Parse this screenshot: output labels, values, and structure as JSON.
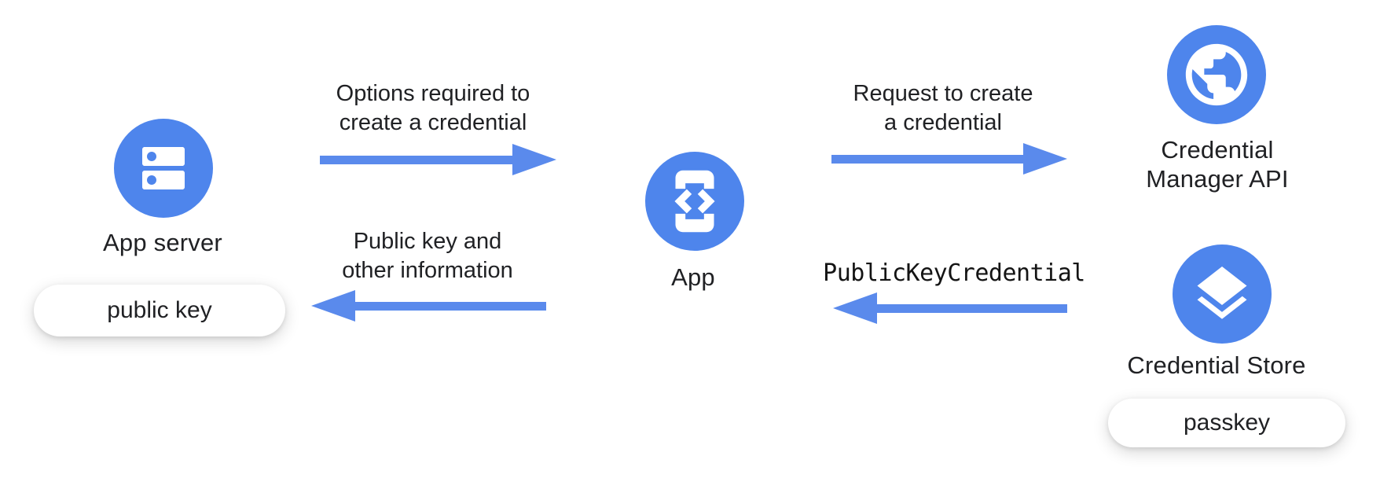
{
  "diagram": {
    "type": "flow-diagram",
    "colors": {
      "node_blue": "#4e85ec",
      "arrow_blue": "#5a8aec",
      "text": "#202124",
      "background": "#ffffff",
      "pill_background": "#ffffff"
    },
    "nodes": {
      "app_server": {
        "label": "App server",
        "icon": "server-icon"
      },
      "app": {
        "label": "App",
        "icon": "phone-code-icon"
      },
      "credential_manager_api": {
        "lines": [
          "Credential",
          "Manager API"
        ],
        "icon": "globe-icon"
      },
      "credential_store": {
        "label": "Credential Store",
        "icon": "layers-icon"
      }
    },
    "pills": {
      "public_key": {
        "label": "public key"
      },
      "passkey": {
        "label": "passkey"
      }
    },
    "arrows": {
      "options": {
        "direction": "right",
        "lines": [
          "Options required to",
          "create a credential"
        ]
      },
      "request": {
        "direction": "right",
        "lines": [
          "Request to create",
          "a credential"
        ]
      },
      "public_key_credential": {
        "direction": "left",
        "label": "PublicKeyCredential",
        "style": "monospace"
      },
      "public_key_info": {
        "direction": "left",
        "lines": [
          "Public key and",
          "other information"
        ]
      }
    }
  }
}
